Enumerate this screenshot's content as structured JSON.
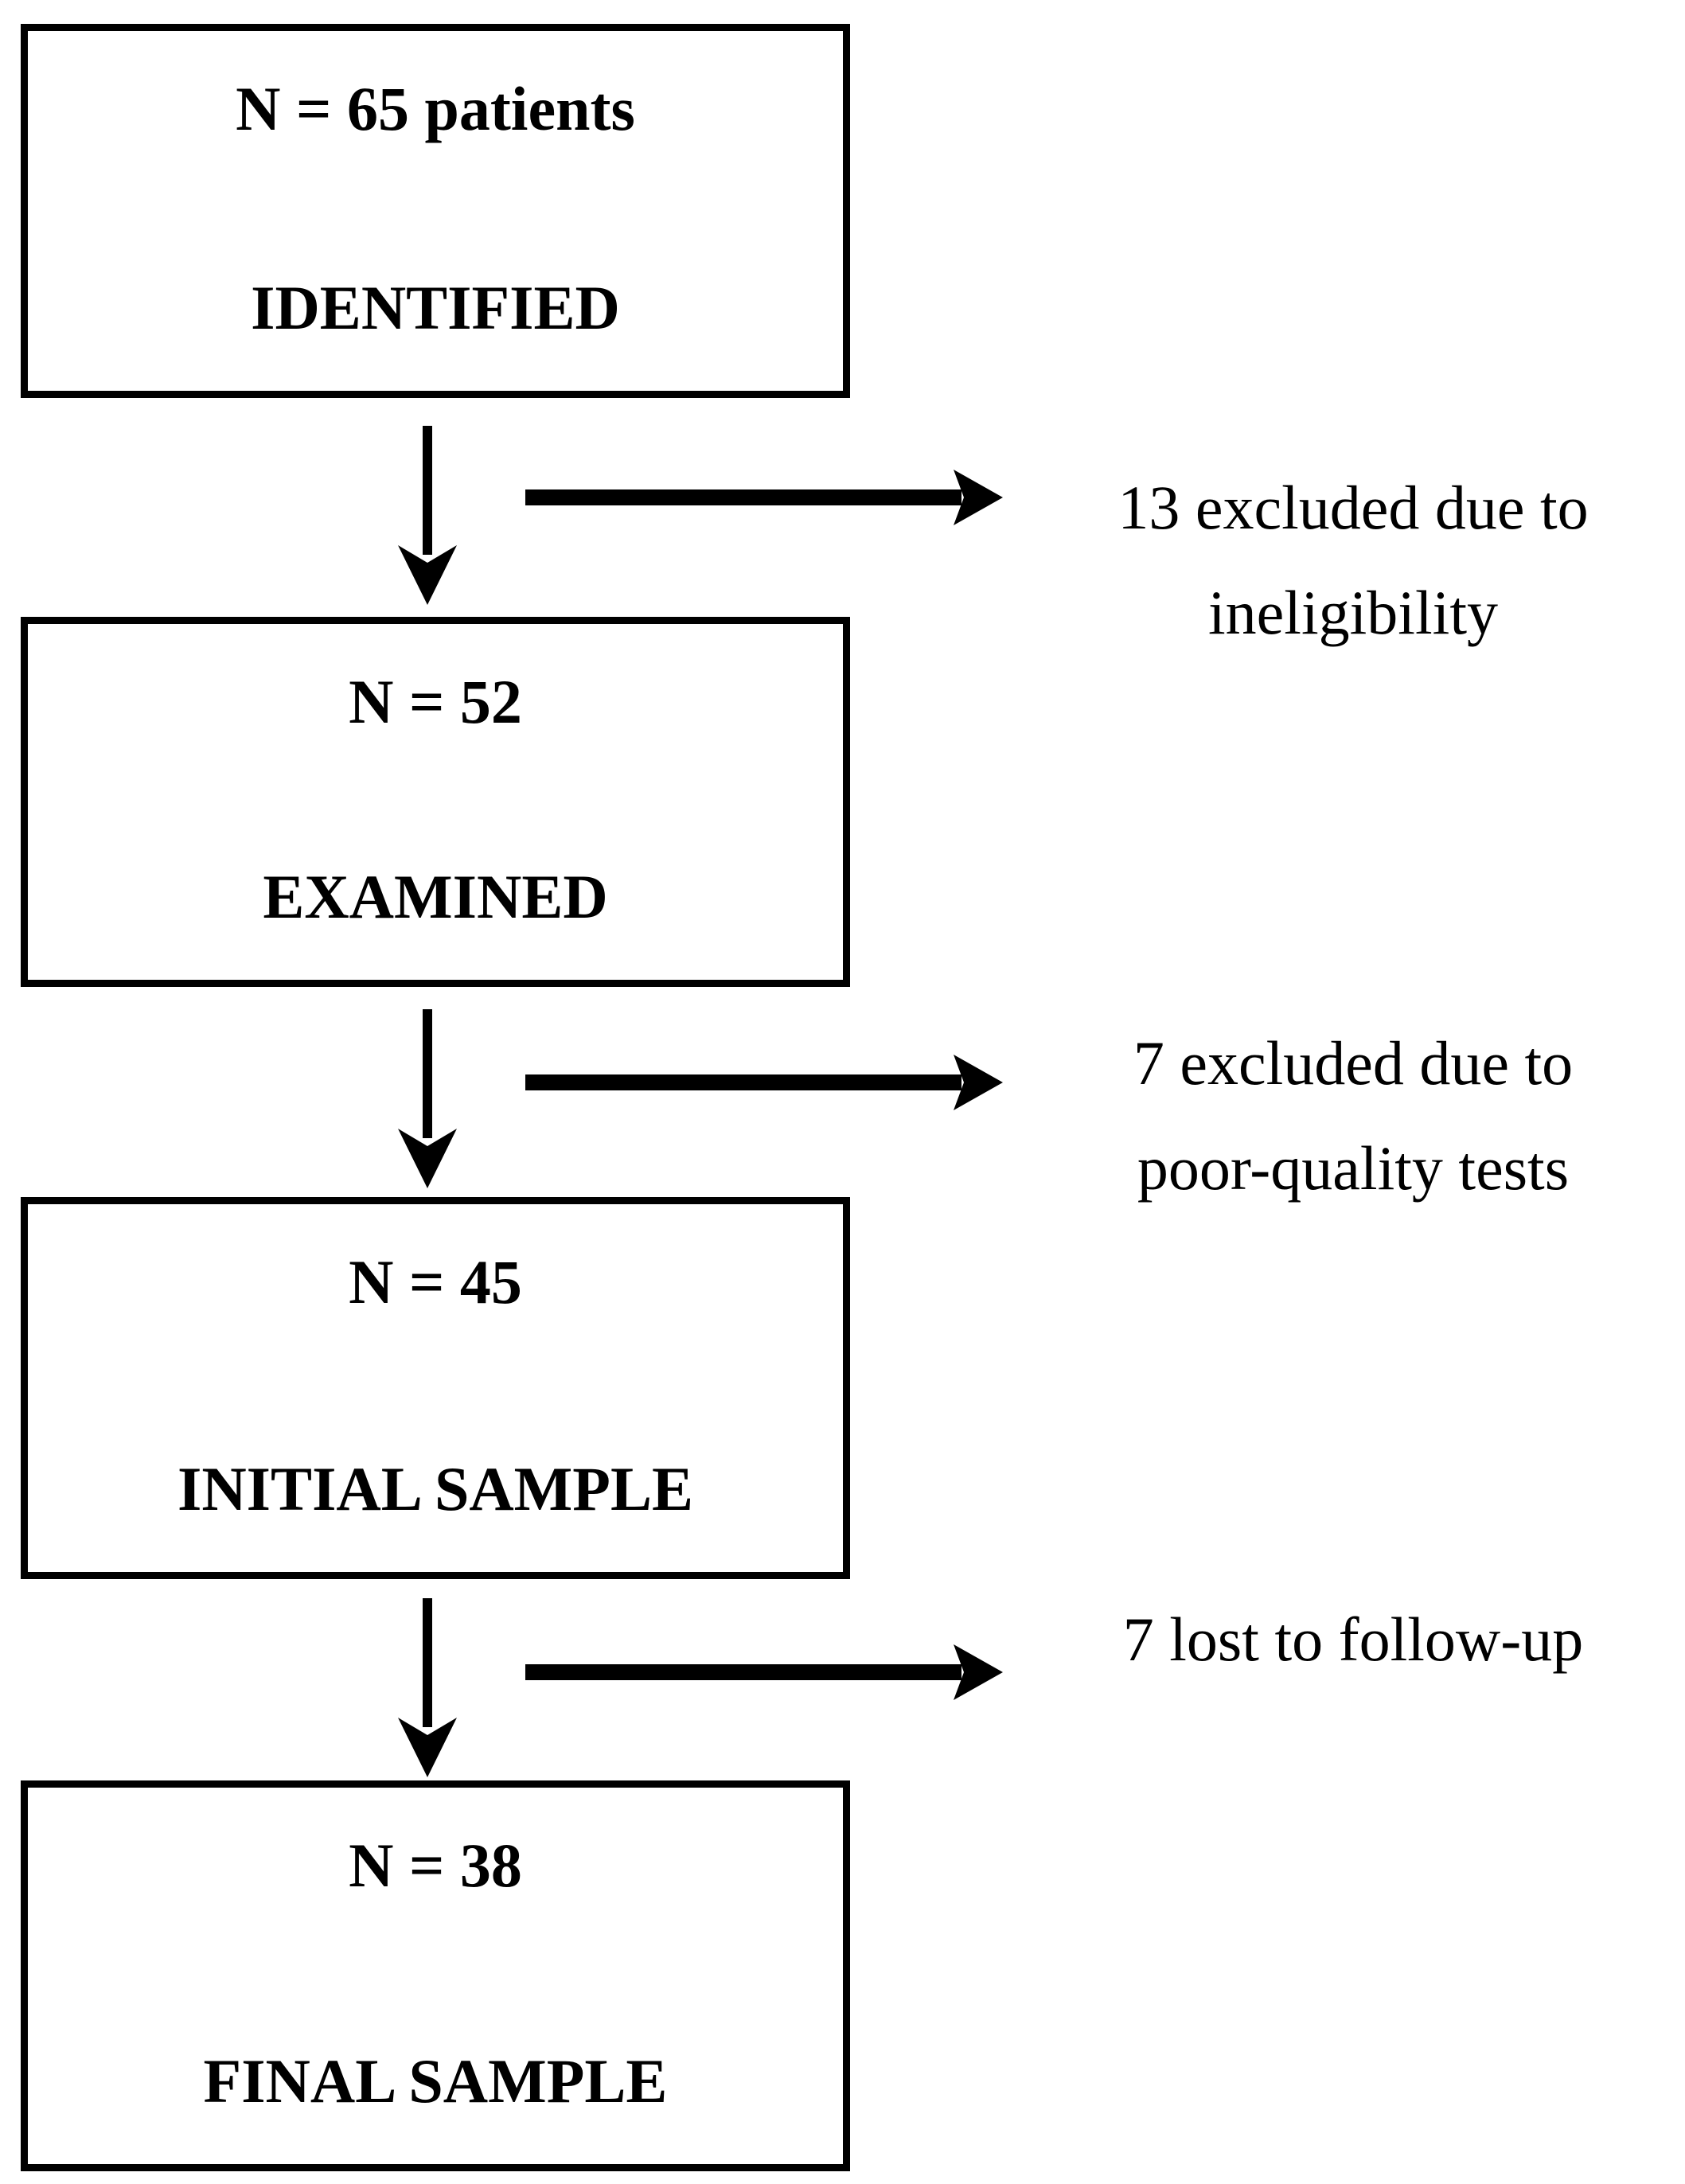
{
  "flow": {
    "boxes": [
      {
        "count": "N = 65 patients",
        "stage": "IDENTIFIED"
      },
      {
        "count": "N = 52",
        "stage": "EXAMINED"
      },
      {
        "count": "N = 45",
        "stage": "INITIAL SAMPLE"
      },
      {
        "count": "N = 38",
        "stage": "FINAL SAMPLE"
      }
    ],
    "exclusions": [
      {
        "line1": "13 excluded due to",
        "line2": "ineligibility"
      },
      {
        "line1": "7 excluded due to",
        "line2": "poor-quality tests"
      },
      {
        "line1": "7 lost to follow-up",
        "line2": ""
      }
    ],
    "colors": {
      "ink": "#000000",
      "background": "#ffffff"
    }
  }
}
